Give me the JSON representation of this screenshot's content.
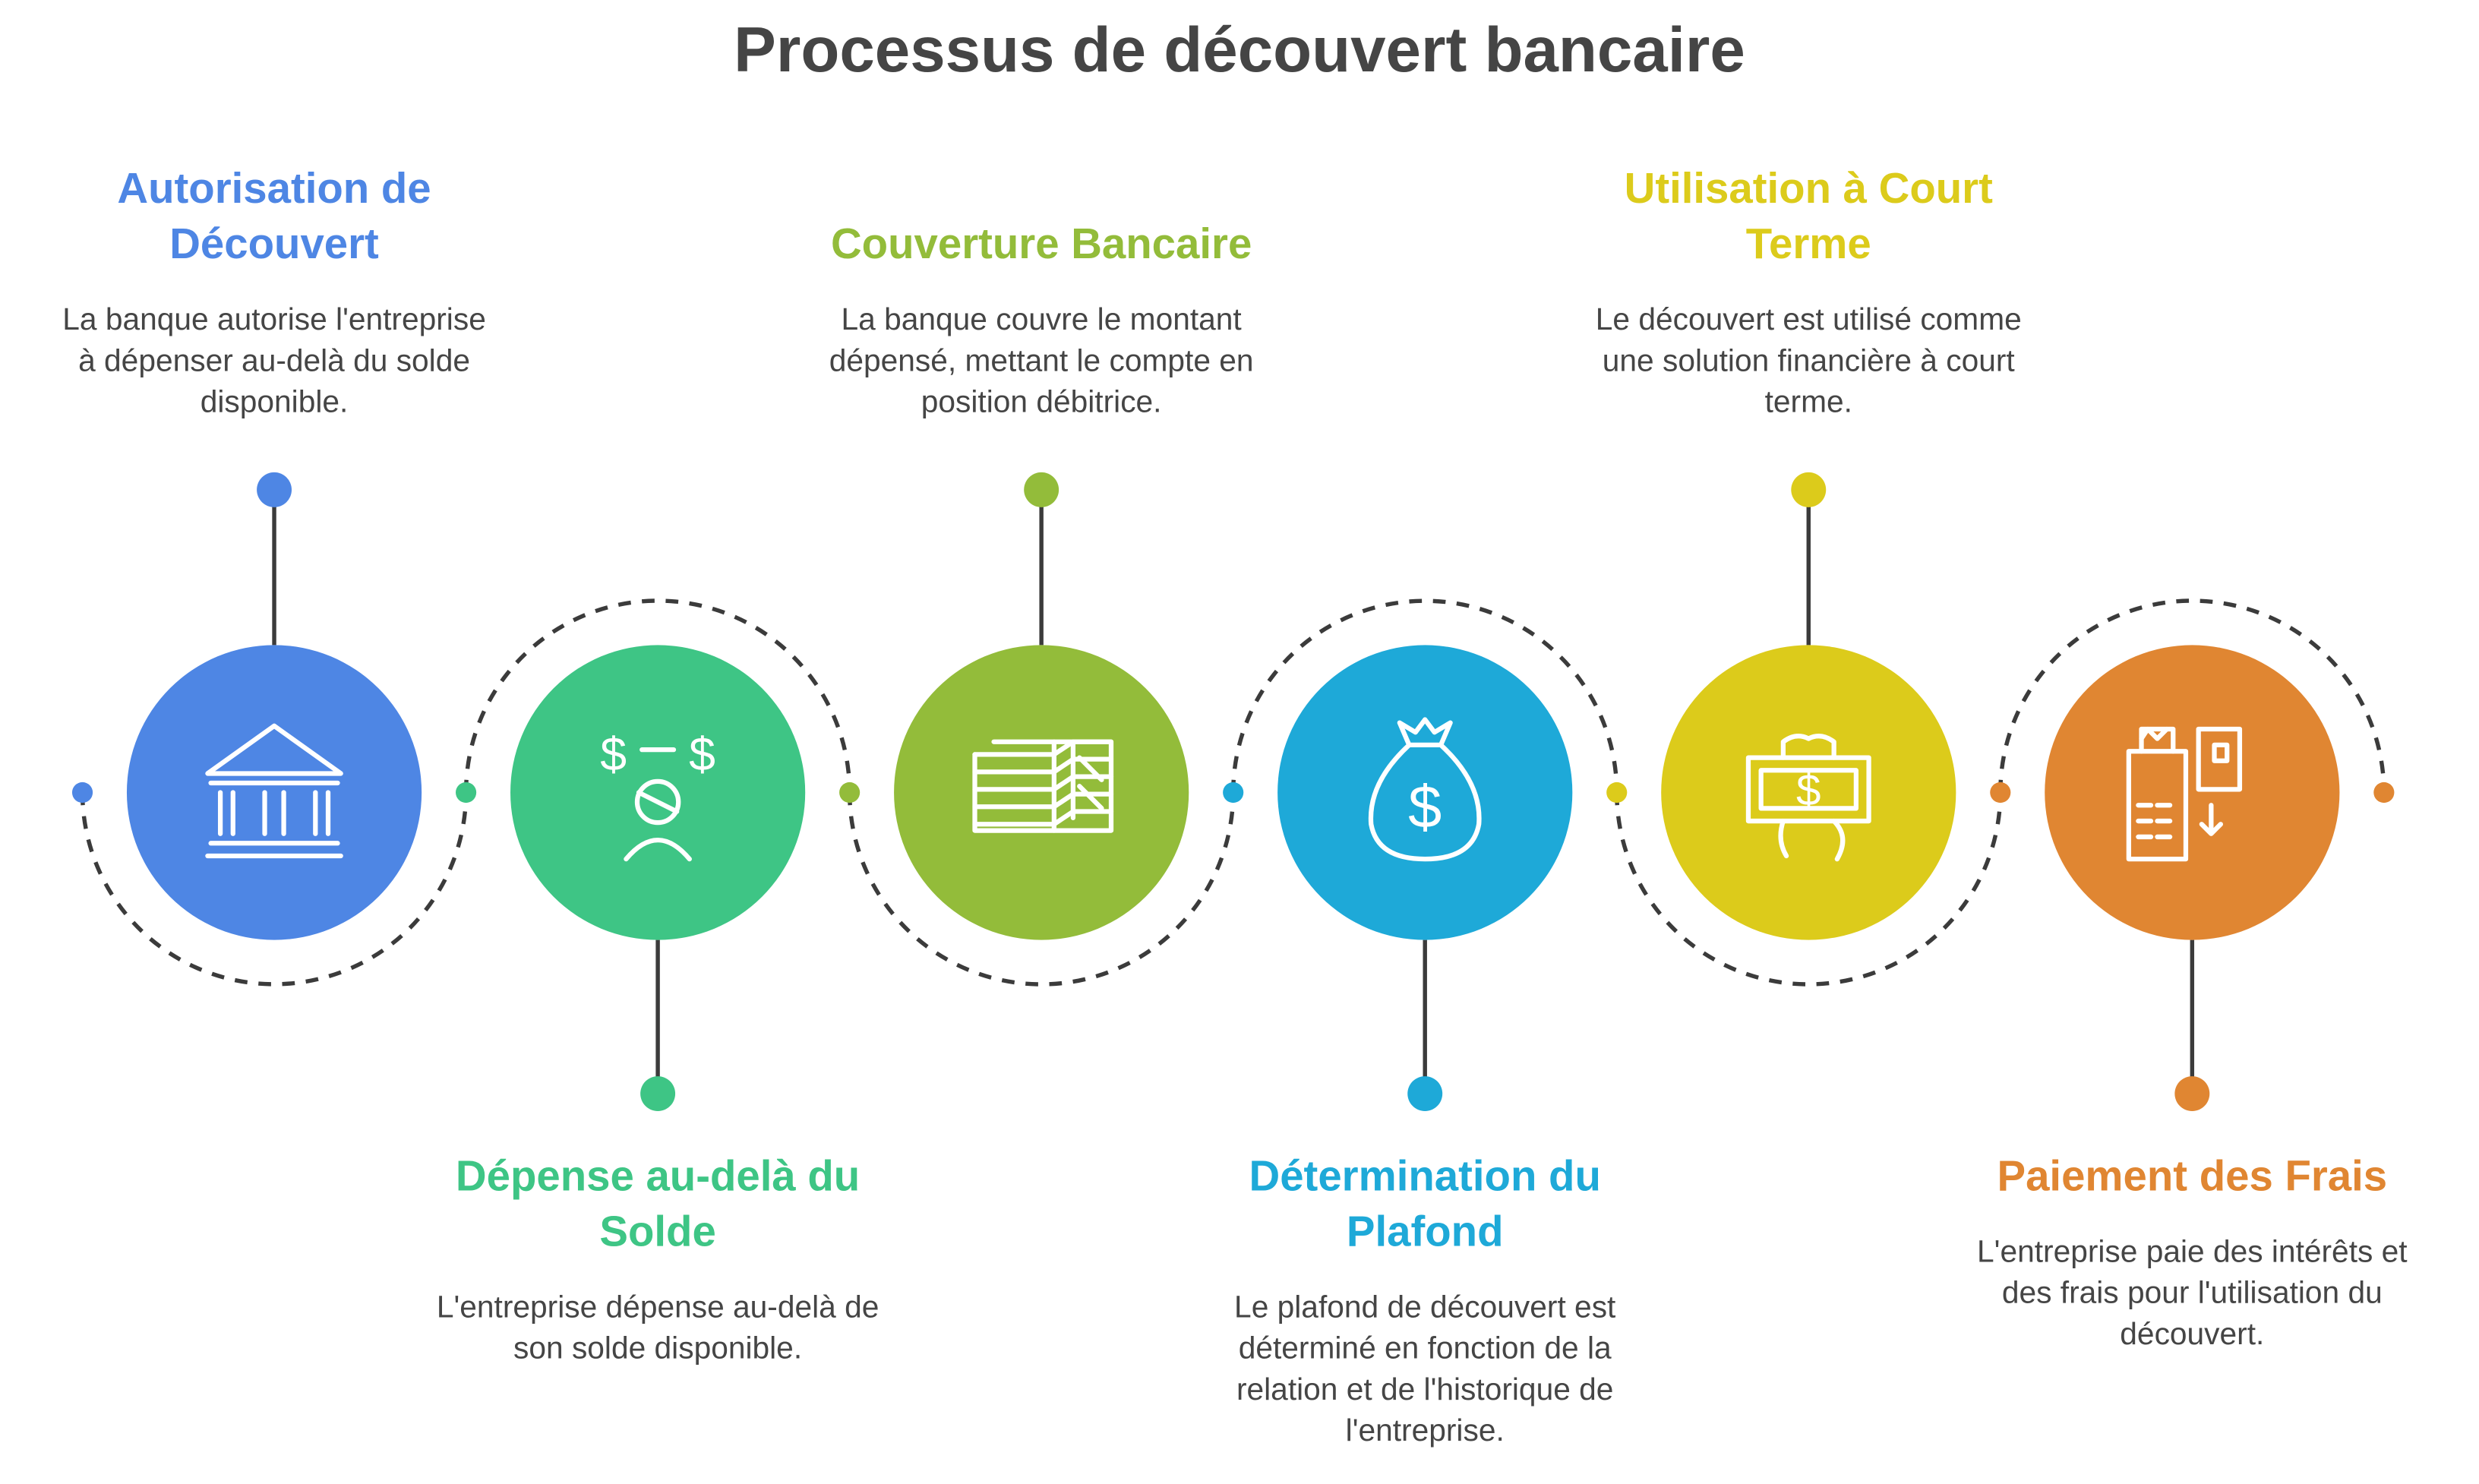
{
  "title": "Processus de découvert bancaire",
  "steps": [
    {
      "id": "autorisation",
      "heading_lines": [
        "Autorisation de",
        "Découvert"
      ],
      "desc_lines": [
        "La banque autorise l'entreprise",
        "à dépenser au-delà du solde",
        "disponible."
      ],
      "color": "#4e86e4",
      "icon": "bank-icon"
    },
    {
      "id": "depense",
      "heading_lines": [
        "Dépense au-delà du",
        "Solde"
      ],
      "desc_lines": [
        "L'entreprise dépense au-delà de",
        "son solde disponible."
      ],
      "color": "#3ec585",
      "icon": "person-dollars-icon"
    },
    {
      "id": "couverture",
      "heading_lines": [
        "Couverture Bancaire"
      ],
      "desc_lines": [
        "La banque couvre le montant",
        "dépensé, mettant le compte en",
        "position débitrice."
      ],
      "color": "#93bc3a",
      "icon": "money-stack-icon"
    },
    {
      "id": "plafond",
      "heading_lines": [
        "Détermination du",
        "Plafond"
      ],
      "desc_lines": [
        "Le plafond de découvert est",
        "déterminé en fonction de la",
        "relation et de l'historique de",
        "l'entreprise."
      ],
      "color": "#1ea9d8",
      "icon": "money-bag-icon"
    },
    {
      "id": "utilisation",
      "heading_lines": [
        "Utilisation à Court",
        "Terme"
      ],
      "desc_lines": [
        "Le découvert est utilisé comme",
        "une solution financière à court",
        "terme."
      ],
      "color": "#dccb1b",
      "icon": "hand-cash-icon"
    },
    {
      "id": "paiement",
      "heading_lines": [
        "Paiement des Frais"
      ],
      "desc_lines": [
        "L'entreprise paie des intérêts et",
        "des frais pour l'utilisation du",
        "découvert."
      ],
      "color": "#e08632",
      "icon": "payment-terminal-icon"
    }
  ]
}
